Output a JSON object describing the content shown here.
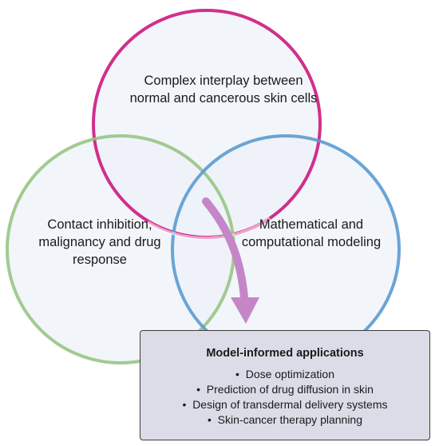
{
  "circles": {
    "top": {
      "text": "Complex interplay between normal and cancerous skin cells",
      "color": "#cc1a80"
    },
    "left": {
      "text": "Contact inhibition, malignancy and drug response",
      "color": "#93c27e"
    },
    "right": {
      "text": "Mathematical and computational modeling",
      "color": "#5b9bd0"
    }
  },
  "arrow_color": "#c586c8",
  "applications": {
    "title": "Model-informed applications",
    "items": [
      "Dose optimization",
      "Prediction of drug diffusion in skin",
      "Design of transdermal delivery systems",
      "Skin-cancer therapy planning"
    ]
  }
}
